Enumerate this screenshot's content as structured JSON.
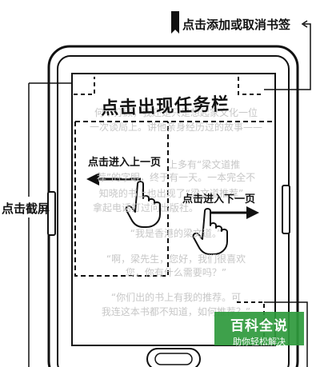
{
  "labels": {
    "bookmark": "点击添加或取消书签",
    "screenshot": "点击截屏",
    "menu": "点击出现任务栏",
    "prev_page": "点击进入上一页",
    "next_page": "点击进入下一页"
  },
  "book_text": [
    "何不打顾，我还是只是想起家文化一位",
    "一次谈局上。讲他亲身经历过的故事——",
    "上多有“梁文道推",
    "荐”的字眼，终于有一天。一本完全不",
    "知晓的书上也出现了“梁文道推荐”，",
    "拿起电话打过问出版社。",
    "“我是香港的梁文道。”",
    "“啊，梁先生，您好，我们很喜欢",
    "您，你有什么需要吗？”",
    "“你们出的书上有我的推荐。可",
    "我连这本书都不知道，如何推荐？”"
  ],
  "watermark": {
    "title": "百科全说",
    "subtitle": "助你轻松解决"
  },
  "colors": {
    "ink": "#111111",
    "faded_text": "#c7c7c7",
    "watermark_bg": "#2e9a3c"
  }
}
